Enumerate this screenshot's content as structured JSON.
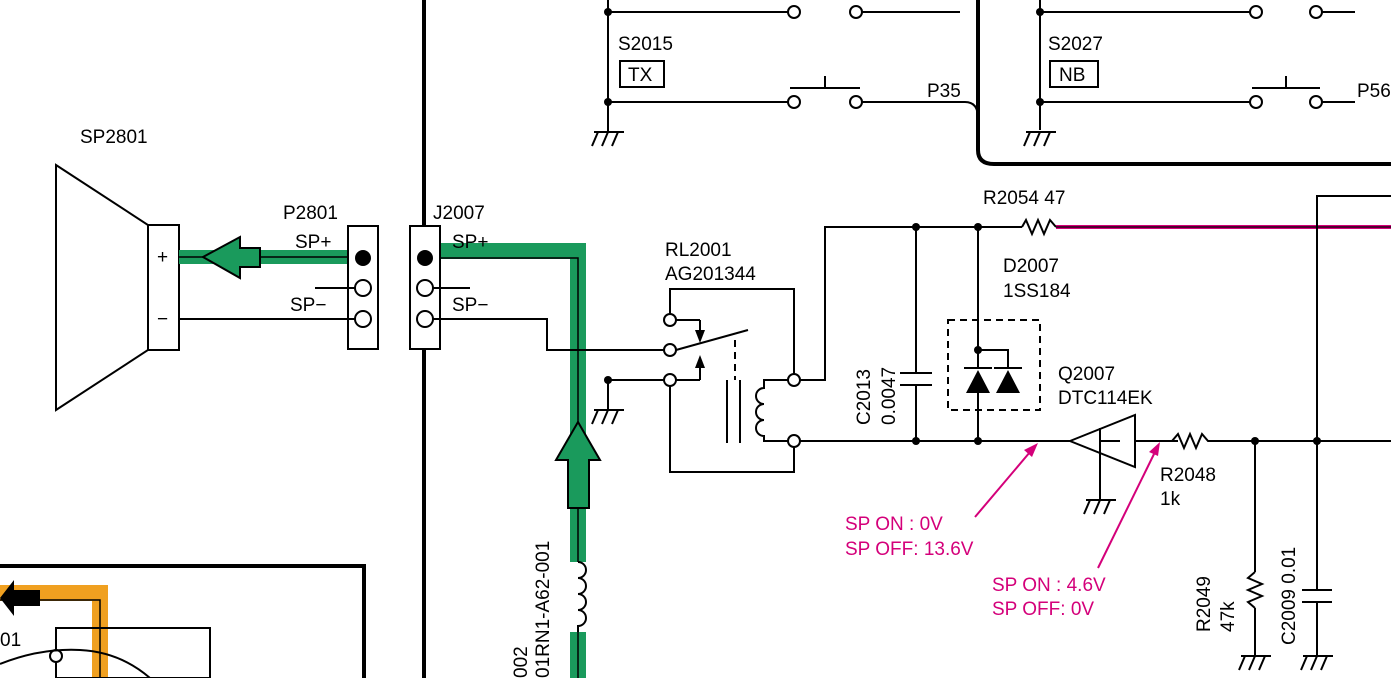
{
  "labels": {
    "sp2801": "SP2801",
    "speaker_plus": "+",
    "speaker_minus": "−",
    "p2801": "P2801",
    "p2801_sp_plus": "SP+",
    "p2801_sp_minus": "SP−",
    "j2007": "J2007",
    "j2007_sp_plus": "SP+",
    "j2007_sp_minus": "SP−",
    "s2015": "S2015",
    "s2015_key": "TX",
    "s2027": "S2027",
    "s2027_key": "NB",
    "p35": "P35",
    "p56": "P56",
    "rl2001": "RL2001",
    "rl2001_part": "AG201344",
    "r2054": "R2054 47",
    "d2007": "D2007",
    "d2007_part": "1SS184",
    "c2013": "C2013",
    "c2013_value": "0.0047",
    "q2007": "Q2007",
    "q2007_part": "DTC114EK",
    "r2048": "R2048",
    "r2048_value": "1k",
    "r2049": "R2049",
    "r2049_value": "47k",
    "c2009": "C2009 0.01",
    "coil_ref_a": "002",
    "coil_ref_b": "01RN1-A62-001",
    "cut_ref": "01"
  },
  "annotations": {
    "relay_on": "SP ON : 0V",
    "relay_off": "SP OFF: 13.6V",
    "base_on": "SP ON : 4.6V",
    "base_off": "SP OFF: 0V"
  },
  "colors": {
    "signal_path": "#1a9a5c",
    "signal_path_secondary": "#f0a020",
    "annotation": "#d4007a",
    "wire": "#000000"
  }
}
